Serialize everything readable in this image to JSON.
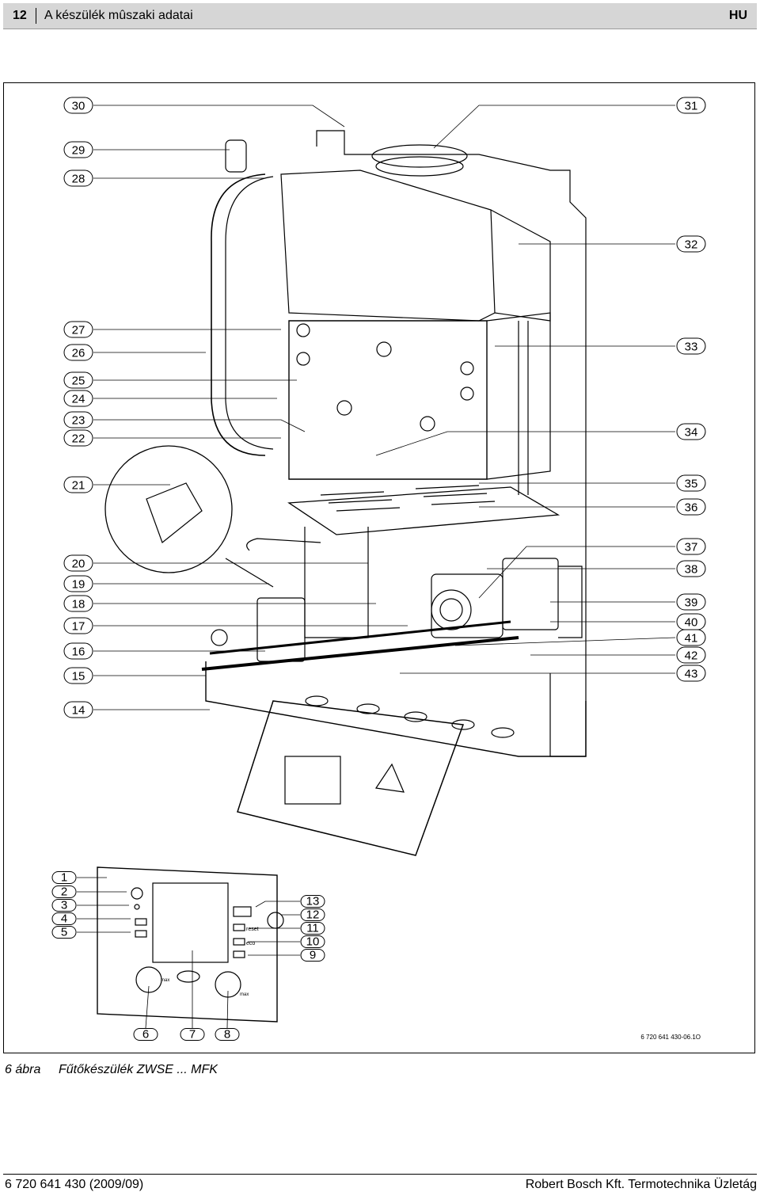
{
  "header": {
    "page_number": "12",
    "title": "A készülék mûszaki adatai",
    "language": "HU"
  },
  "figure": {
    "callouts_left": [
      "30",
      "29",
      "28",
      "27",
      "26",
      "25",
      "24",
      "23",
      "22",
      "21",
      "20",
      "19",
      "18",
      "17",
      "16",
      "15",
      "14"
    ],
    "callouts_right": [
      "31",
      "32",
      "33",
      "34",
      "35",
      "36",
      "37",
      "38",
      "39",
      "40",
      "41",
      "42",
      "43"
    ],
    "panel_callouts_left": [
      "1",
      "2",
      "3",
      "4",
      "5"
    ],
    "panel_callouts_right": [
      "13",
      "12",
      "11",
      "10",
      "9"
    ],
    "panel_callouts_bottom": [
      "6",
      "7",
      "8"
    ],
    "panel_button_labels": {
      "reset": "reset",
      "eco": "eco"
    },
    "knob_label": "max",
    "drawing_id": "6 720 641 430-06.1O"
  },
  "caption": {
    "number": "6 ábra",
    "text": "Fűtőkészülék ZWSE ... MFK"
  },
  "footer": {
    "doc_id": "6 720 641 430 (2009/09)",
    "publisher": "Robert Bosch Kft. Termotechnika Üzletág"
  }
}
